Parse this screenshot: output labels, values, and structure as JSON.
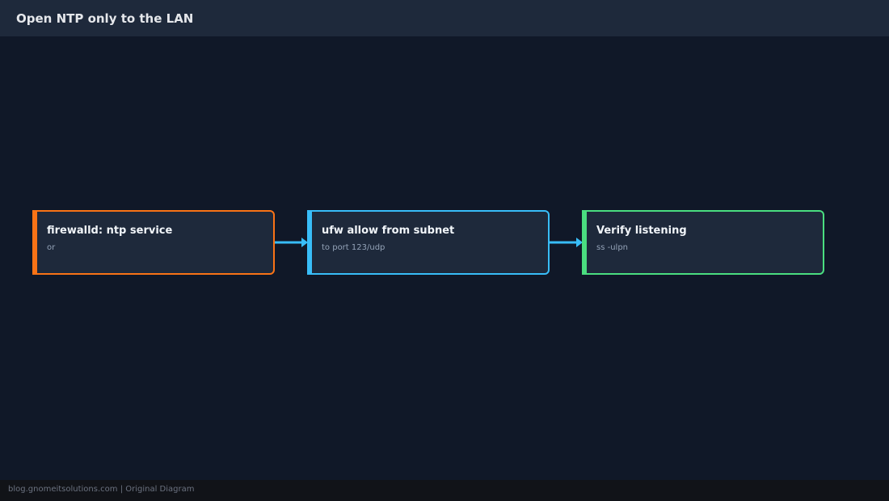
{
  "header": {
    "title": "Open NTP only to the LAN"
  },
  "nodes": [
    {
      "title": "firewalld: ntp service",
      "subtitle": "or",
      "color": "#f97316"
    },
    {
      "title": "ufw allow from subnet",
      "subtitle": "to port 123/udp",
      "color": "#38bdf8"
    },
    {
      "title": "Verify listening",
      "subtitle": "ss -ulpn",
      "color": "#4ade80"
    }
  ],
  "connector_color": "#38bdf8",
  "footer": {
    "text": "blog.gnomeitsolutions.com | Original Diagram"
  }
}
